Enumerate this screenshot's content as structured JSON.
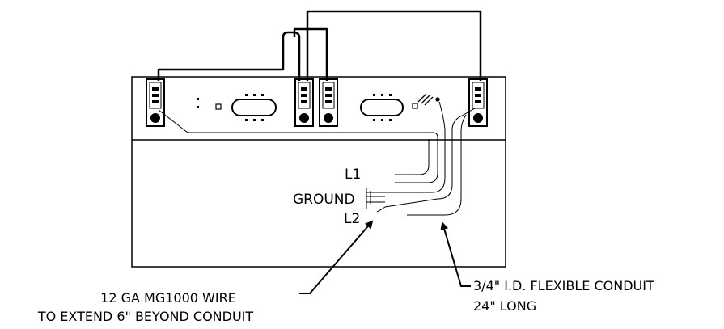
{
  "wire_labels": {
    "l1": "L1",
    "ground": "GROUND",
    "l2": "L2"
  },
  "callouts": {
    "wire_line1": "12 GA MG1000 WIRE",
    "wire_line2": "TO EXTEND 6\" BEYOND CONDUIT",
    "conduit_line1": "3/4\" I.D. FLEXIBLE CONDUIT",
    "conduit_line2": "24\" LONG"
  }
}
